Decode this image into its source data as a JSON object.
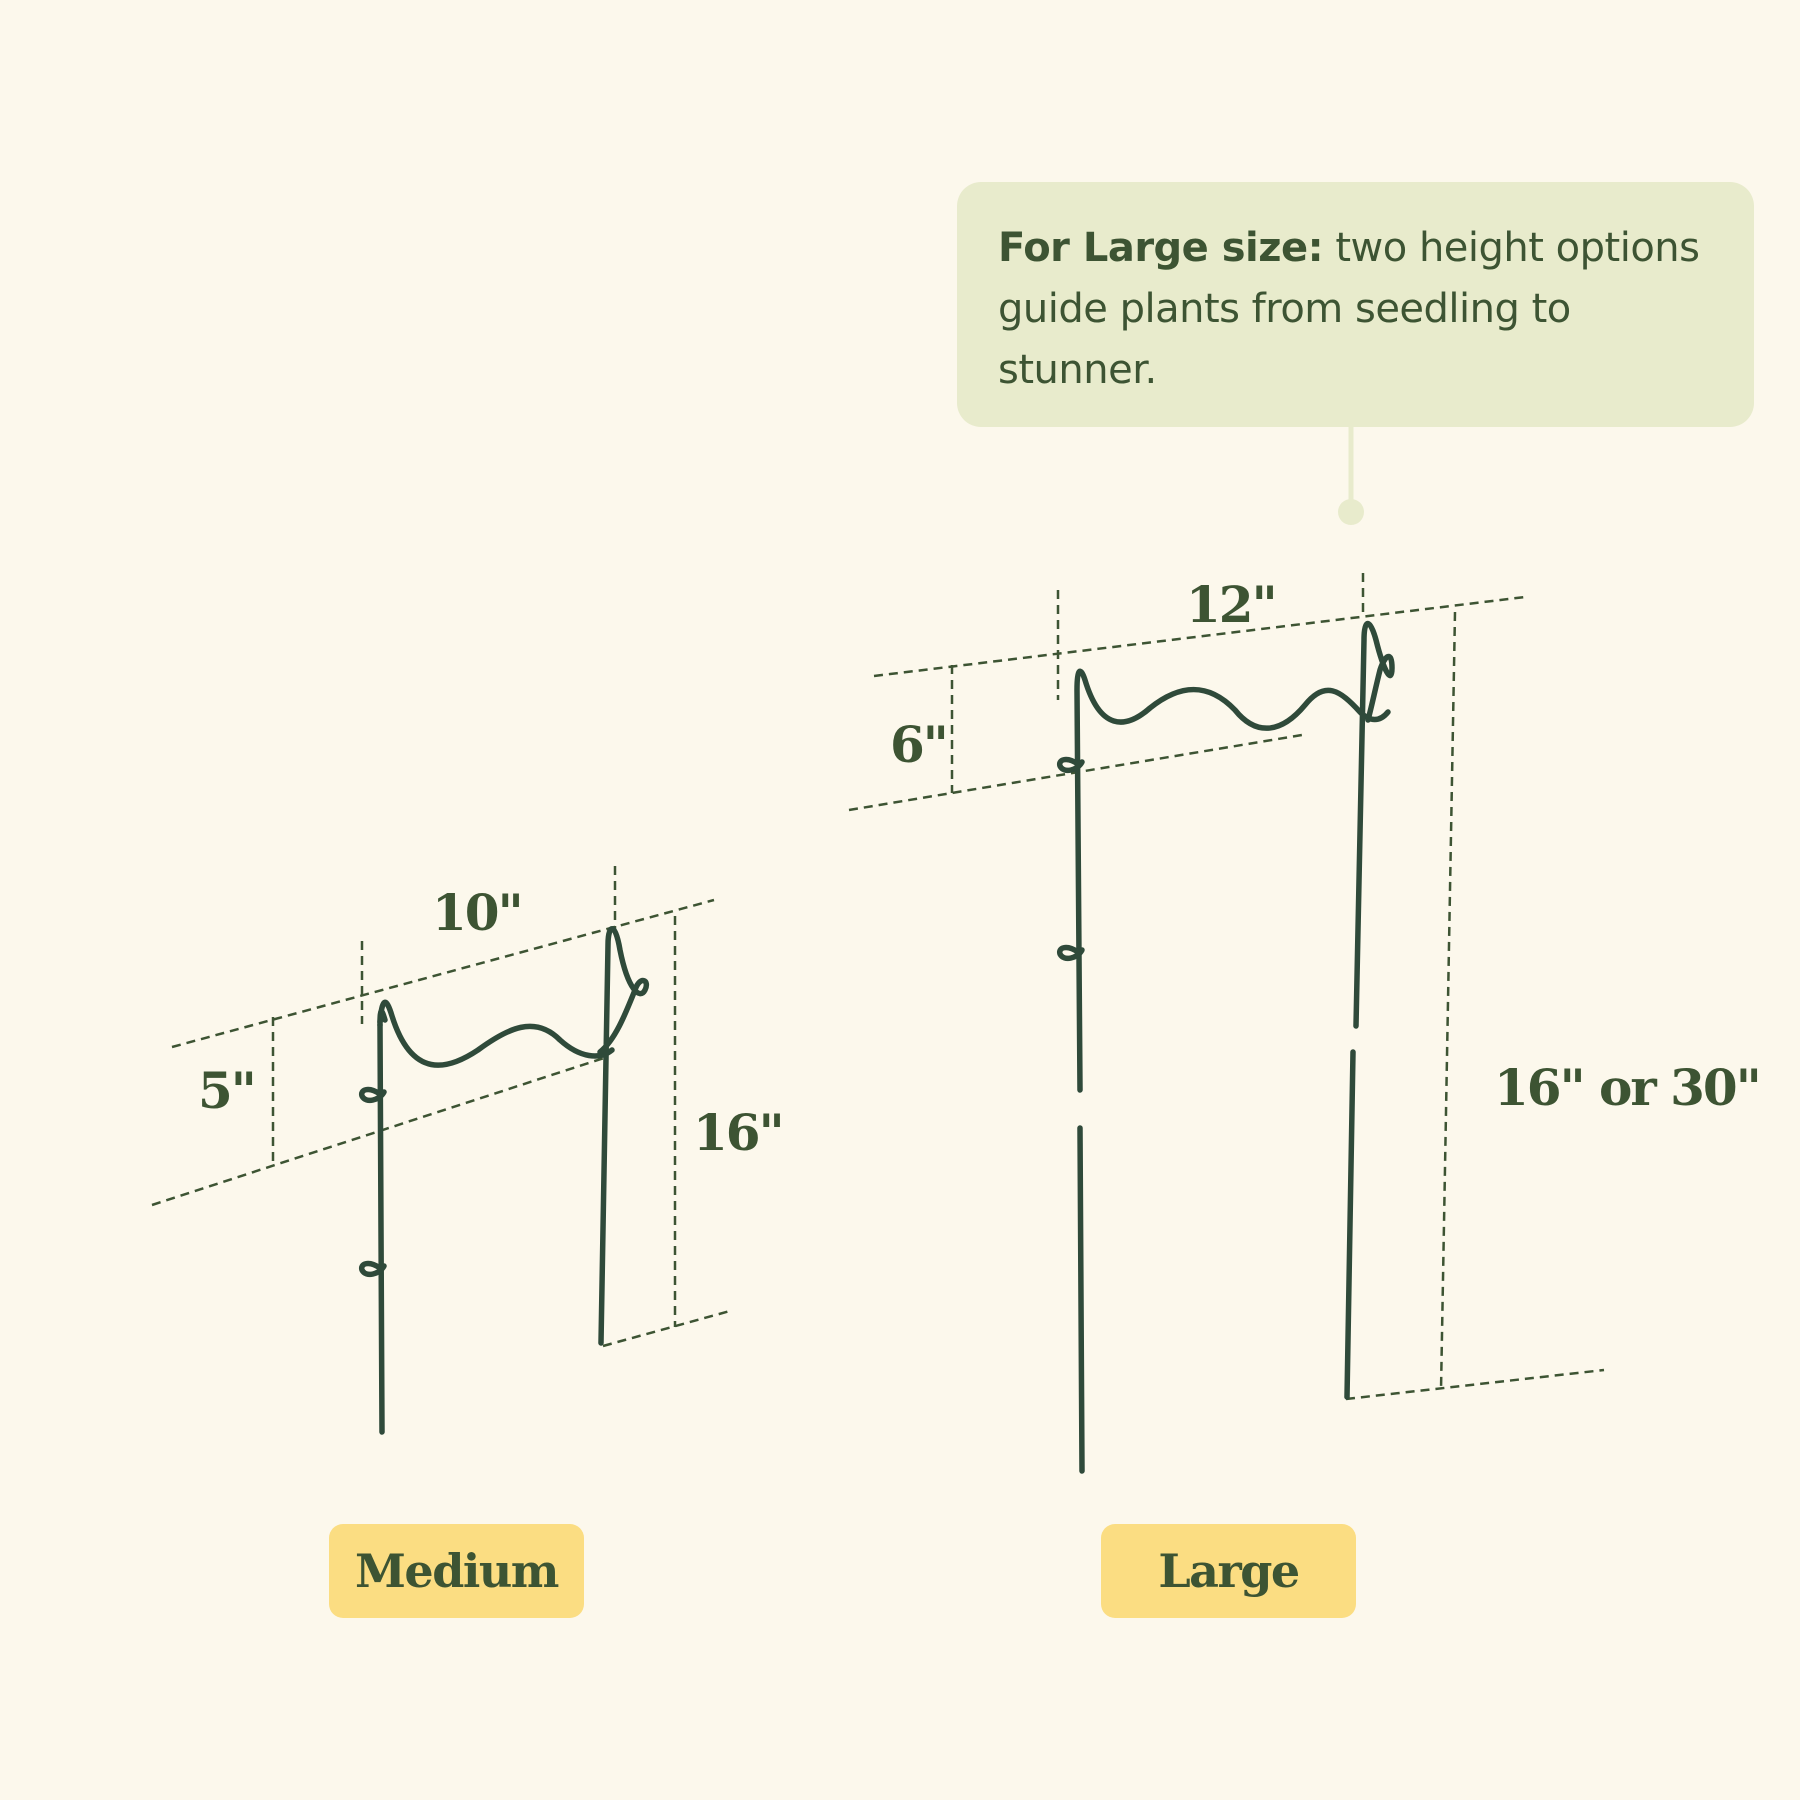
{
  "callout": {
    "bold": "For Large size:",
    "text": " two height options guide plants from seedling to stunner."
  },
  "medium": {
    "name": "Medium",
    "width": "10\"",
    "wave_height": "5\"",
    "height": "16\""
  },
  "large": {
    "name": "Large",
    "width": "12\"",
    "wave_height": "6\"",
    "height": "16\" or 30\""
  },
  "colors": {
    "background": "#fcf8ec",
    "text": "#3d5433",
    "stake": "#2f4a3a",
    "callout_bg": "#e8ebcc",
    "label_bg": "#fbdd82"
  }
}
